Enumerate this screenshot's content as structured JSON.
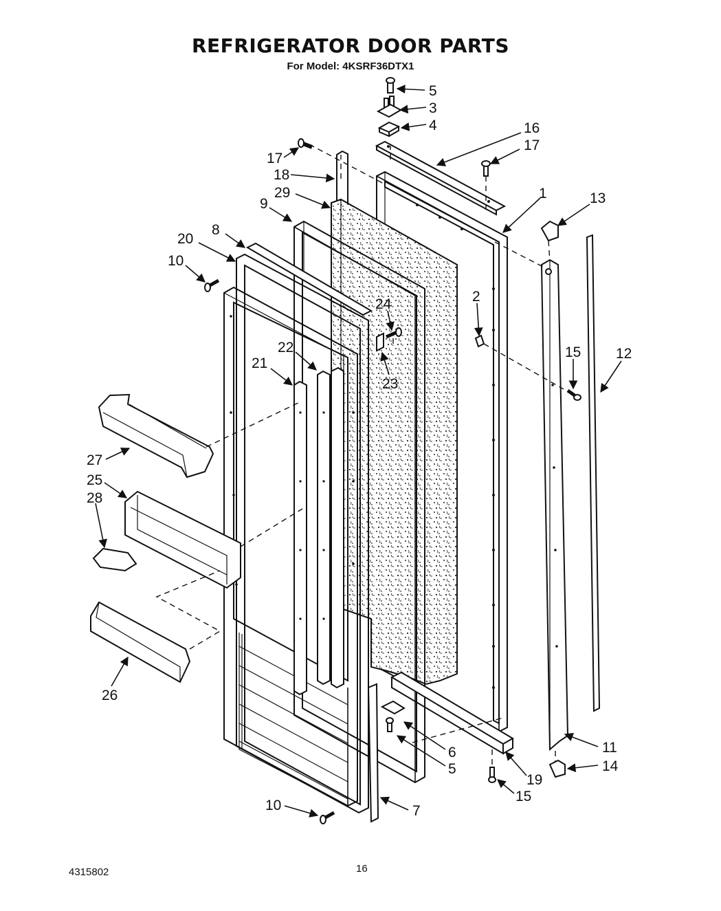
{
  "title": "REFRIGERATOR DOOR PARTS",
  "subtitle": "For Model: 4KSRF36DTX1",
  "footer": {
    "left": "4315802",
    "center": "16"
  },
  "callouts": {
    "c5a": "5",
    "c3": "3",
    "c4": "4",
    "c16": "16",
    "c17a": "17",
    "c17b": "17",
    "c18": "18",
    "c29": "29",
    "c1": "1",
    "c13": "13",
    "c9": "9",
    "c8": "8",
    "c20": "20",
    "c10a": "10",
    "c2": "2",
    "c24": "24",
    "c15a": "15",
    "c12": "12",
    "c22": "22",
    "c21": "21",
    "c23": "23",
    "c27": "27",
    "c25": "25",
    "c28": "28",
    "c26": "26",
    "c6": "6",
    "c5b": "5",
    "c11": "11",
    "c14": "14",
    "c19": "19",
    "c15b": "15",
    "c10b": "10",
    "c7": "7"
  }
}
